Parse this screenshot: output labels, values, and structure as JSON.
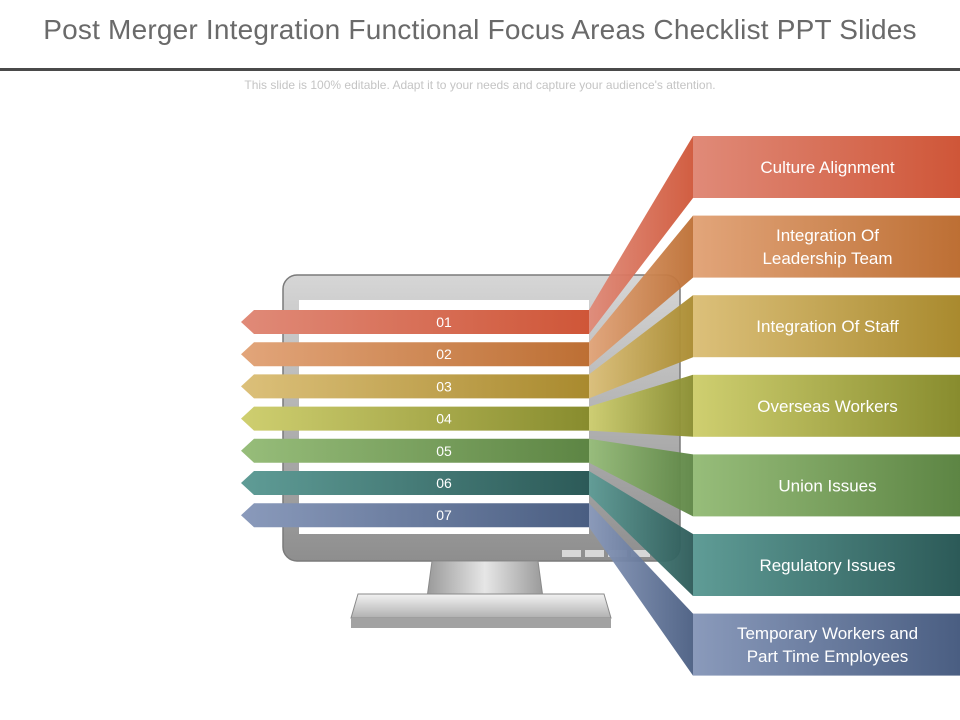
{
  "header": {
    "title": "Post Merger Integration Functional Focus Areas Checklist PPT Slides",
    "subtitle": "This slide is 100% editable. Adapt it to your needs and capture your audience's attention."
  },
  "items": [
    {
      "number": "01",
      "lines": [
        "Culture Alignment"
      ],
      "color_light": "#e08a78",
      "color_dark": "#cf5638"
    },
    {
      "number": "02",
      "lines": [
        "Integration Of",
        "Leadership Team"
      ],
      "color_light": "#e2a57a",
      "color_dark": "#bd6f34"
    },
    {
      "number": "03",
      "lines": [
        "Integration Of Staff"
      ],
      "color_light": "#dcc07a",
      "color_dark": "#a98a2e"
    },
    {
      "number": "04",
      "lines": [
        "Overseas Workers"
      ],
      "color_light": "#cfcf70",
      "color_dark": "#888c2e"
    },
    {
      "number": "05",
      "lines": [
        "Union Issues"
      ],
      "color_light": "#97bd7a",
      "color_dark": "#5d8544"
    },
    {
      "number": "06",
      "lines": [
        "Regulatory Issues"
      ],
      "color_light": "#5f9c96",
      "color_dark": "#2c5a58"
    },
    {
      "number": "07",
      "lines": [
        "Temporary Workers and",
        "Part Time Employees"
      ],
      "color_light": "#8a9abb",
      "color_dark": "#4a5e82"
    }
  ]
}
